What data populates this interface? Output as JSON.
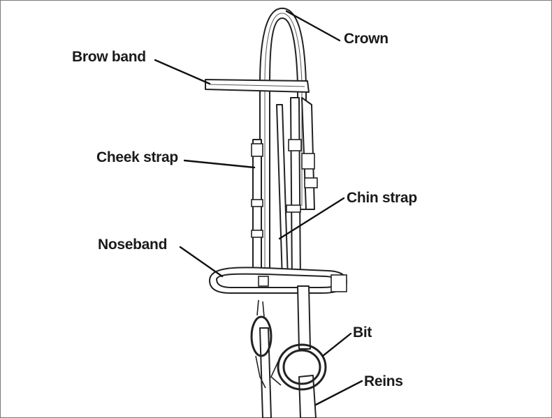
{
  "diagram": {
    "labels": {
      "crown": "Crown",
      "brow_band": "Brow band",
      "cheek_strap": "Cheek strap",
      "chin_strap": "Chin strap",
      "noseband": "Noseband",
      "bit": "Bit",
      "reins": "Reins"
    }
  }
}
